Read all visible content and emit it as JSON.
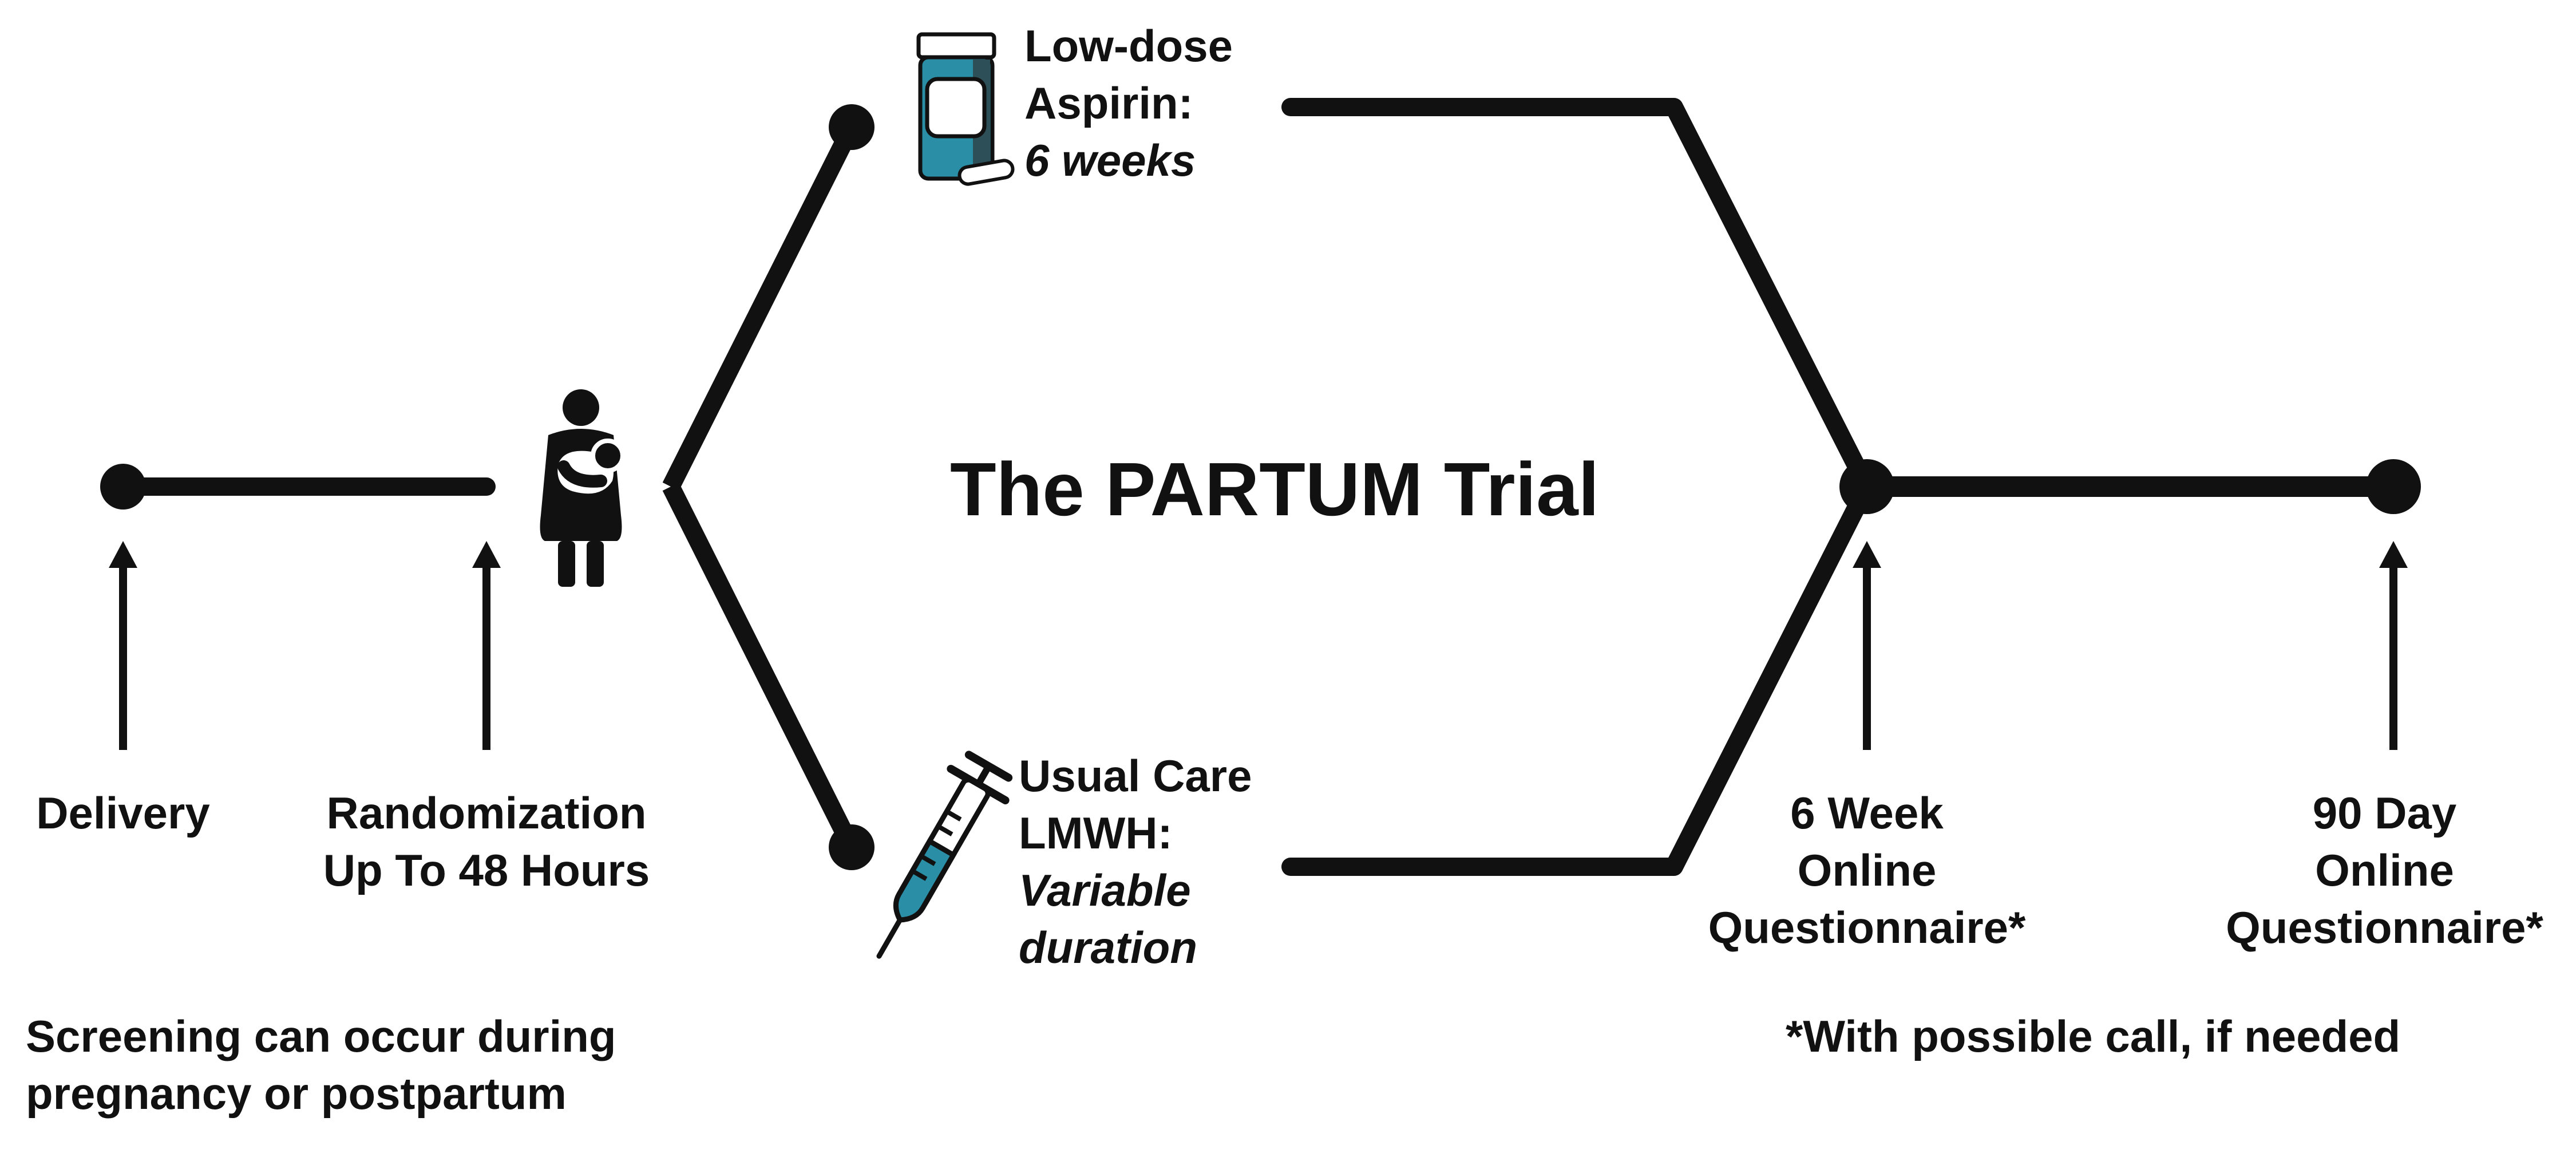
{
  "title": "The PARTUM Trial",
  "timeline": {
    "delivery": "Delivery",
    "randomization": [
      "Randomization",
      "Up To 48 Hours"
    ],
    "six_week": [
      "6 Week",
      "Online",
      "Questionnaire*"
    ],
    "ninety_day": [
      "90 Day",
      "Online",
      "Questionnaire*"
    ]
  },
  "arms": {
    "aspirin": {
      "name": [
        "Low-dose",
        "Aspirin:"
      ],
      "duration": "6 weeks",
      "icon": "pill-bottle-icon"
    },
    "usual_care": {
      "name": [
        "Usual Care",
        "LMWH:"
      ],
      "duration": [
        "Variable",
        "duration"
      ],
      "icon": "syringe-icon"
    }
  },
  "notes": {
    "screening": [
      "Screening can occur during",
      "pregnancy or postpartum"
    ],
    "call": "*With possible call, if needed"
  },
  "colors": {
    "line": "#111111",
    "accent": "#2a8fa6",
    "accent_dark": "#1f5f6e"
  }
}
